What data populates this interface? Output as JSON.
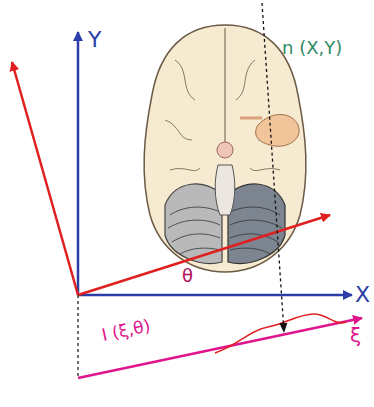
{
  "diagram": {
    "labels": [
      "Y",
      "n (X,Y)",
      "θ",
      "X",
      "I (ξ,θ)",
      "ξ"
    ]
  }
}
